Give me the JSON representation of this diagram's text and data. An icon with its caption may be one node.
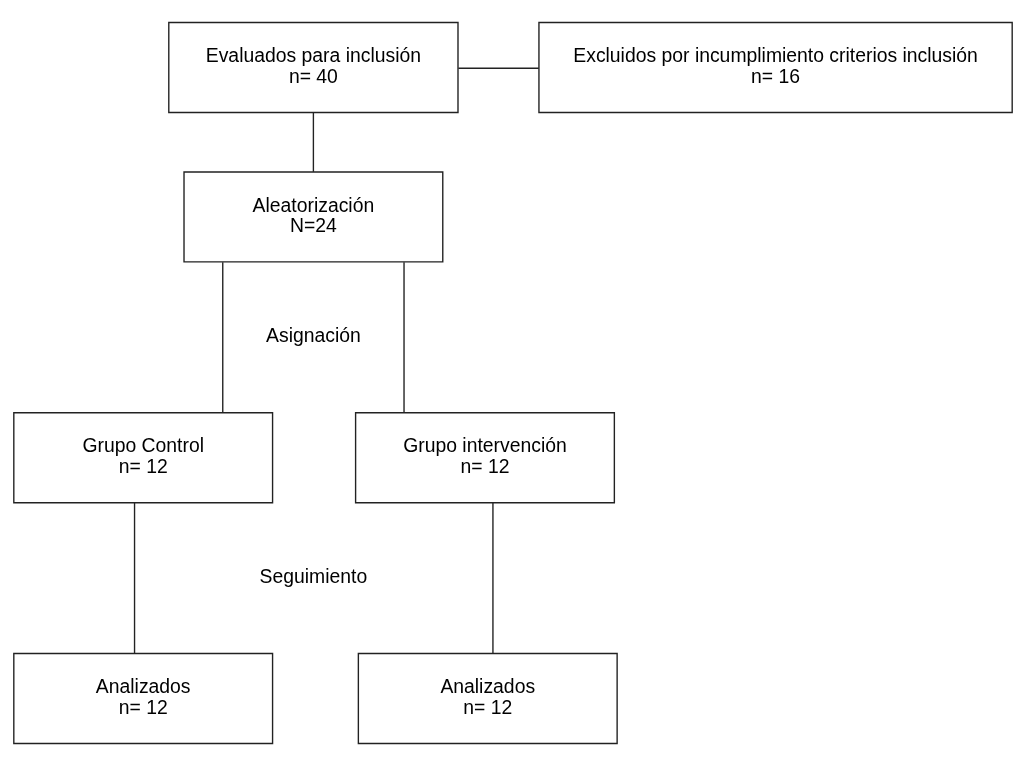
{
  "diagram": {
    "nodes": [
      {
        "text": [
          "Evaluados para inclusión",
          "n= 40"
        ]
      },
      {
        "text": [
          "Excluidos por incumplimiento criterios inclusión",
          "n= 16"
        ]
      },
      {
        "text": [
          "Aleatorización",
          "N=24"
        ]
      },
      {
        "text": [
          "Grupo Control",
          "n= 12"
        ]
      },
      {
        "text": [
          "Grupo intervención",
          "n= 12"
        ]
      },
      {
        "text": [
          "Analizados",
          "n= 12"
        ]
      },
      {
        "text": [
          "Analizados",
          "n= 12"
        ]
      }
    ],
    "edges": [
      {
        "from": 0,
        "to": 2,
        "arrow": "none"
      },
      {
        "from": 0,
        "to": 1,
        "arrow": "none"
      },
      {
        "from": 2,
        "to": 3,
        "arrow": "none"
      },
      {
        "from": 2,
        "to": 4,
        "arrow": "none"
      },
      {
        "from": 3,
        "to": 5,
        "arrow": "none"
      },
      {
        "from": 4,
        "to": 6,
        "arrow": "none"
      }
    ],
    "labels": [
      "Asignación",
      "Seguimiento"
    ]
  }
}
